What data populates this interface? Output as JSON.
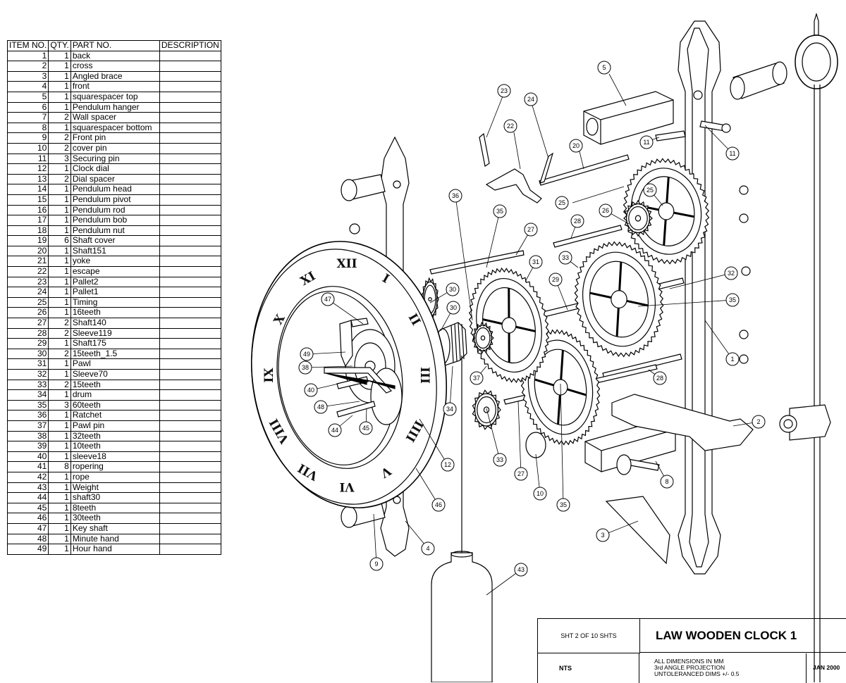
{
  "bom": {
    "headers": [
      "ITEM NO.",
      "QTY.",
      "PART NO.",
      "DESCRIPTION"
    ],
    "rows": [
      [
        "1",
        "1",
        "back",
        ""
      ],
      [
        "2",
        "1",
        "cross",
        ""
      ],
      [
        "3",
        "1",
        "Angled brace",
        ""
      ],
      [
        "4",
        "1",
        "front",
        ""
      ],
      [
        "5",
        "1",
        "squarespacer top",
        ""
      ],
      [
        "6",
        "1",
        "Pendulum hanger",
        ""
      ],
      [
        "7",
        "2",
        "Wall spacer",
        ""
      ],
      [
        "8",
        "1",
        "squarespacer bottom",
        ""
      ],
      [
        "9",
        "2",
        "Front pin",
        ""
      ],
      [
        "10",
        "2",
        "cover pin",
        ""
      ],
      [
        "11",
        "3",
        "Securing pin",
        ""
      ],
      [
        "12",
        "1",
        "Clock dial",
        ""
      ],
      [
        "13",
        "2",
        "Dial spacer",
        ""
      ],
      [
        "14",
        "1",
        "Pendulum head",
        ""
      ],
      [
        "15",
        "1",
        "Pendulum pivot",
        ""
      ],
      [
        "16",
        "1",
        "Pendulum rod",
        ""
      ],
      [
        "17",
        "1",
        "Pendulum bob",
        ""
      ],
      [
        "18",
        "1",
        "Pendulum nut",
        ""
      ],
      [
        "19",
        "6",
        "Shaft cover",
        ""
      ],
      [
        "20",
        "1",
        "Shaft151",
        ""
      ],
      [
        "21",
        "1",
        "yoke",
        ""
      ],
      [
        "22",
        "1",
        "escape",
        ""
      ],
      [
        "23",
        "1",
        "Pallet2",
        ""
      ],
      [
        "24",
        "1",
        "Pallet1",
        ""
      ],
      [
        "25",
        "1",
        "Timing",
        ""
      ],
      [
        "26",
        "1",
        "16teeth",
        ""
      ],
      [
        "27",
        "2",
        "Shaft140",
        ""
      ],
      [
        "28",
        "2",
        "Sleeve119",
        ""
      ],
      [
        "29",
        "1",
        "Shaft175",
        ""
      ],
      [
        "30",
        "2",
        "15teeth_1.5",
        ""
      ],
      [
        "31",
        "1",
        "Pawl",
        ""
      ],
      [
        "32",
        "1",
        "Sleeve70",
        ""
      ],
      [
        "33",
        "2",
        "15teeth",
        ""
      ],
      [
        "34",
        "1",
        "drum",
        ""
      ],
      [
        "35",
        "3",
        "60teeth",
        ""
      ],
      [
        "36",
        "1",
        "Ratchet",
        ""
      ],
      [
        "37",
        "1",
        "Pawl pin",
        ""
      ],
      [
        "38",
        "1",
        "32teeth",
        ""
      ],
      [
        "39",
        "1",
        "10teeth",
        ""
      ],
      [
        "40",
        "1",
        "sleeve18",
        ""
      ],
      [
        "41",
        "8",
        "ropering",
        ""
      ],
      [
        "42",
        "1",
        "rope",
        ""
      ],
      [
        "43",
        "1",
        "Weight",
        ""
      ],
      [
        "44",
        "1",
        "shaft30",
        ""
      ],
      [
        "45",
        "1",
        "8teeth",
        ""
      ],
      [
        "46",
        "1",
        "30teeth",
        ""
      ],
      [
        "47",
        "1",
        "Key shaft",
        ""
      ],
      [
        "48",
        "1",
        "Minute hand",
        ""
      ],
      [
        "49",
        "1",
        "Hour hand",
        ""
      ]
    ]
  },
  "dial_numerals": [
    "XII",
    "I",
    "II",
    "III",
    "IIII",
    "V",
    "VI",
    "VII",
    "VIII",
    "IX",
    "X",
    "XI"
  ],
  "callout_labels": [
    "5",
    "23",
    "24",
    "22",
    "20",
    "11",
    "11",
    "25",
    "25",
    "26",
    "28",
    "36",
    "35",
    "27",
    "31",
    "33",
    "29",
    "32",
    "35",
    "30",
    "30",
    "47",
    "49",
    "38",
    "40",
    "48",
    "44",
    "45",
    "37",
    "34",
    "33",
    "27",
    "10",
    "35",
    "12",
    "46",
    "28",
    "2",
    "8",
    "1",
    "3",
    "4",
    "9",
    "43"
  ],
  "title_block": {
    "sheet": "SHT  2  OF  10  SHTS",
    "title": "LAW WOODEN CLOCK 1",
    "scale": "NTS",
    "notes": [
      "ALL DIMENSIONS IN MM",
      "3rd ANGLE PROJECTION",
      "UNTOLERANCED DIMS +/- 0.5"
    ],
    "date": "JAN 2000"
  }
}
